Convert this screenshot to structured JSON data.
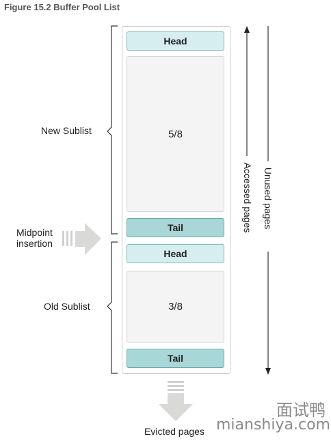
{
  "title": "Figure 15.2 Buffer Pool List",
  "pool": {
    "new_head": "Head",
    "new_fraction": "5/8",
    "new_tail": "Tail",
    "old_head": "Head",
    "old_fraction": "3/8",
    "old_tail": "Tail"
  },
  "labels": {
    "new_sublist": "New Sublist",
    "old_sublist": "Old Sublist",
    "midpoint_line1": "Midpoint",
    "midpoint_line2": "insertion",
    "accessed_pages": "Accessed pages",
    "unused_pages": "Unused pages",
    "evicted_pages": "Evicted pages"
  },
  "watermark": {
    "cn": "面试鸭",
    "en": "mianshiya.com"
  }
}
